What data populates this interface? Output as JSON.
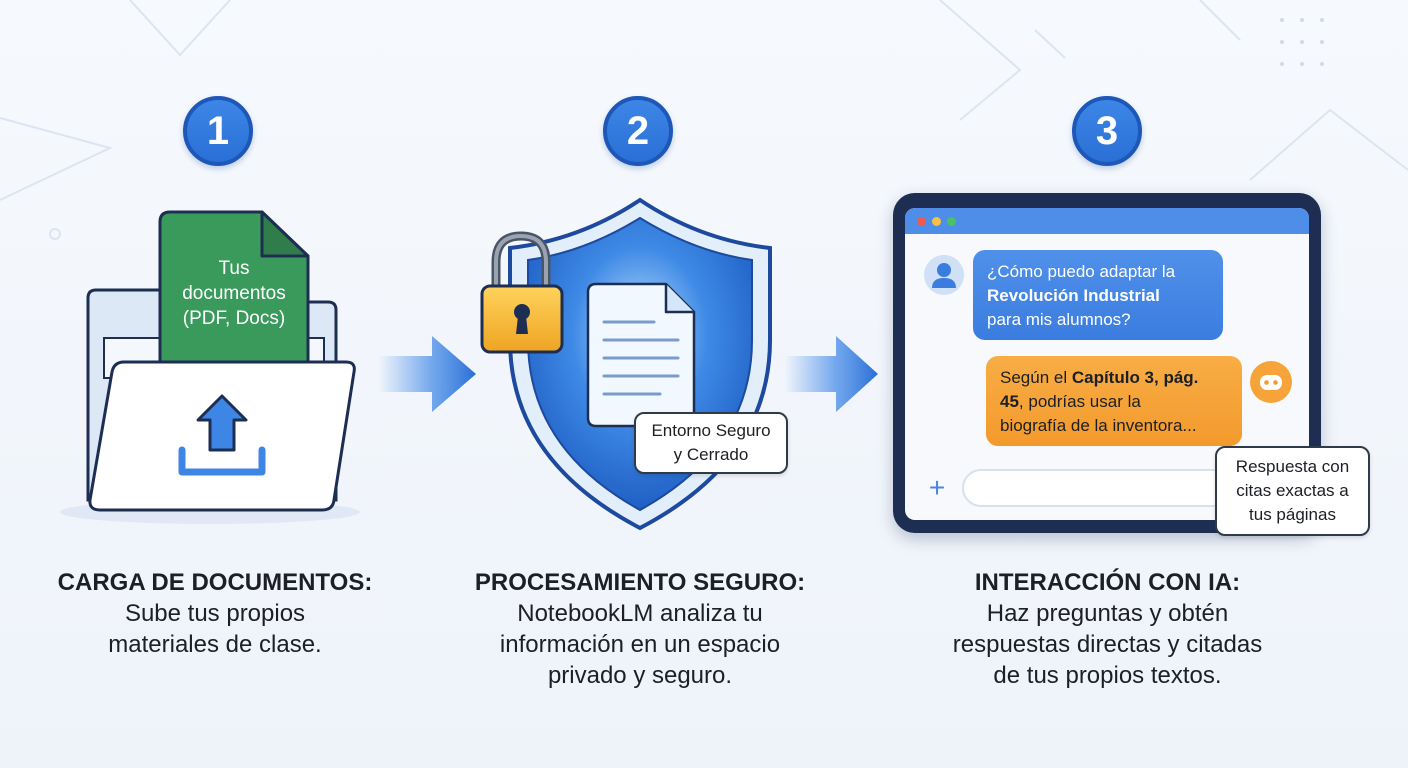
{
  "steps": [
    {
      "number": "1",
      "heading": "CARGA DE DOCUMENTOS:",
      "lines": [
        "Sube tus propios",
        "materiales de clase."
      ],
      "doc_label": [
        "Tus",
        "documentos",
        "(PDF, Docs)"
      ]
    },
    {
      "number": "2",
      "heading": "PROCESAMIENTO SEGURO:",
      "lines": [
        "NotebookLM analiza tu",
        "información en un espacio",
        "privado y seguro."
      ],
      "callout": [
        "Entorno Seguro",
        "y Cerrado"
      ]
    },
    {
      "number": "3",
      "heading": "INTERACCIÓN CON IA:",
      "lines": [
        "Haz preguntas y obtén",
        "respuestas directas y citadas",
        "de tus propios textos."
      ],
      "chat": {
        "user_message": {
          "line1": "¿Cómo puedo adaptar la",
          "bold": "Revolución Industrial",
          "line3": "para mis alumnos?"
        },
        "ai_message": {
          "prefix": "Según el ",
          "bold1": "Capítulo 3, pág.",
          "bold2": "45",
          "rest": ", podrías usar la",
          "line3": "biografía de la inventora..."
        },
        "input_value": "",
        "plus_label": "+"
      },
      "callout": [
        "Respuesta con",
        "citas exactas a",
        "tus páginas"
      ]
    }
  ],
  "colors": {
    "accent_blue": "#2a6fd6",
    "doc_green": "#3a9a5c",
    "ai_orange": "#f39a2c",
    "lock_gold": "#f2b632",
    "dark_navy": "#1d2e52"
  },
  "icons": [
    "upload-icon",
    "folder-icon",
    "document-icon",
    "shield-icon",
    "padlock-icon",
    "arrow-right-icon",
    "user-icon",
    "robot-icon",
    "plus-icon"
  ]
}
